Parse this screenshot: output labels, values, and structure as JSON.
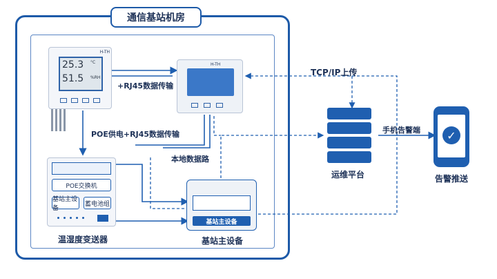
{
  "room": {
    "title": "通信基站机房"
  },
  "sensor_device": {
    "model": "H-TH",
    "temp_value": "25.3",
    "temp_unit": "°C",
    "hum_value": "51.5",
    "hum_unit": "%RH",
    "label": "温湿度变送器"
  },
  "th_device": {
    "model": "H-TH"
  },
  "switch_cabinet": {
    "poe_switch": "POE交换机",
    "base_main": "基站主设备",
    "battery": "蓄电池组"
  },
  "base_station": {
    "badge": "基站主设备",
    "label": "基站主设备"
  },
  "server": {
    "label": "运维平台"
  },
  "phone": {
    "label": "告警推送"
  },
  "connections": {
    "rj45": "+RJ45数据传输",
    "poe_rj45": "POE供电+RJ45数据传输",
    "local_data": "本地数据路",
    "tcpip": "TCP/IP上传",
    "mobile_alarm": "手机告警端"
  },
  "colors": {
    "primary": "#1f5fb0",
    "dark": "#17345f",
    "screen": "#3b78c8"
  }
}
